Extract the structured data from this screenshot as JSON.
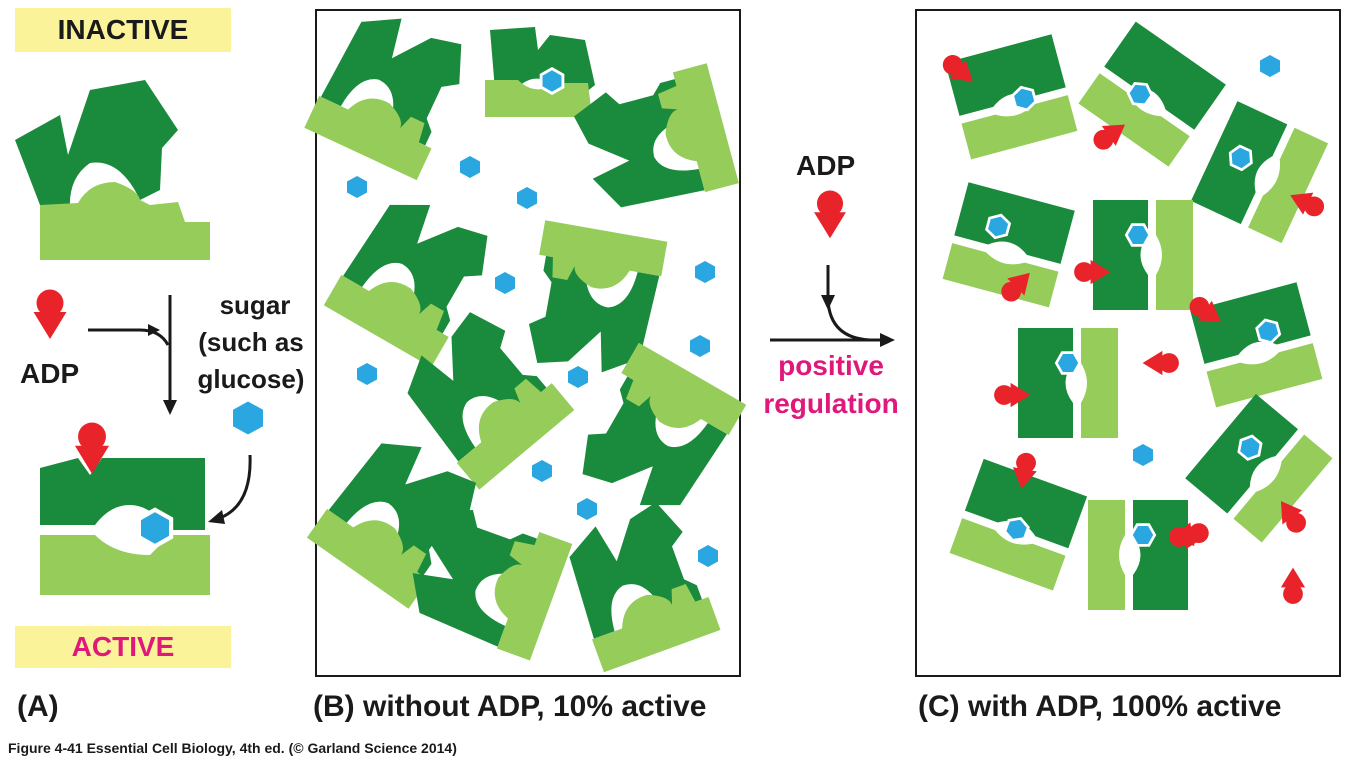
{
  "panel_a": {
    "inactive_label": "INACTIVE",
    "active_label": "ACTIVE",
    "adp_label": "ADP",
    "sugar_label": [
      "sugar",
      "(such as",
      "glucose)"
    ],
    "caption": "(A)"
  },
  "panel_b": {
    "caption": "(B)  without ADP, 10% active"
  },
  "arrow": {
    "adp_label": "ADP",
    "regulation_label": [
      "positive",
      "regulation"
    ]
  },
  "panel_c": {
    "caption": "(C)  with ADP, 100% active"
  },
  "credit": "Figure 4-41  Essential Cell Biology, 4th ed. (© Garland Science 2014)",
  "colors": {
    "dark_green": "#1a8a3c",
    "light_green": "#95cc5a",
    "sugar_blue": "#2aa6e0",
    "adp_red": "#e8232a",
    "banner_yellow": "#fbf39a",
    "regulation_magenta": "#e0187c"
  }
}
